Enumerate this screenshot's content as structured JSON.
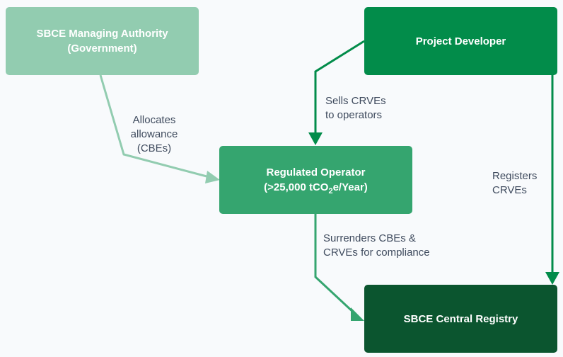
{
  "colors": {
    "authority": "#92ccb0",
    "developer": "#028c4a",
    "operator": "#35a56f",
    "registry": "#0b552f",
    "background": "#f8fafc",
    "label_text": "#3f4b5e"
  },
  "nodes": {
    "authority": {
      "line1": "SBCE Managing Authority",
      "line2": "(Government)"
    },
    "developer": {
      "line1": "Project Developer"
    },
    "operator": {
      "line1": "Regulated Operator",
      "line2_prefix": "(>25,000 tCO",
      "line2_sub": "2",
      "line2_suffix": "e/Year)"
    },
    "registry": {
      "line1": "SBCE Central Registry"
    }
  },
  "edges": {
    "allocates": {
      "from": "SBCE Managing Authority",
      "to": "Regulated Operator",
      "lines": [
        "Allocates",
        "allowance",
        "(CBEs)"
      ]
    },
    "sells": {
      "from": "Project Developer",
      "to": "Regulated Operator",
      "lines": [
        "Sells CRVEs",
        "to operators"
      ]
    },
    "registers": {
      "from": "Project Developer",
      "to": "SBCE Central Registry",
      "lines": [
        "Registers",
        "CRVEs"
      ]
    },
    "surrenders": {
      "from": "Regulated Operator",
      "to": "SBCE Central Registry",
      "lines": [
        "Surrenders CBEs &",
        "CRVEs for compliance"
      ]
    }
  }
}
